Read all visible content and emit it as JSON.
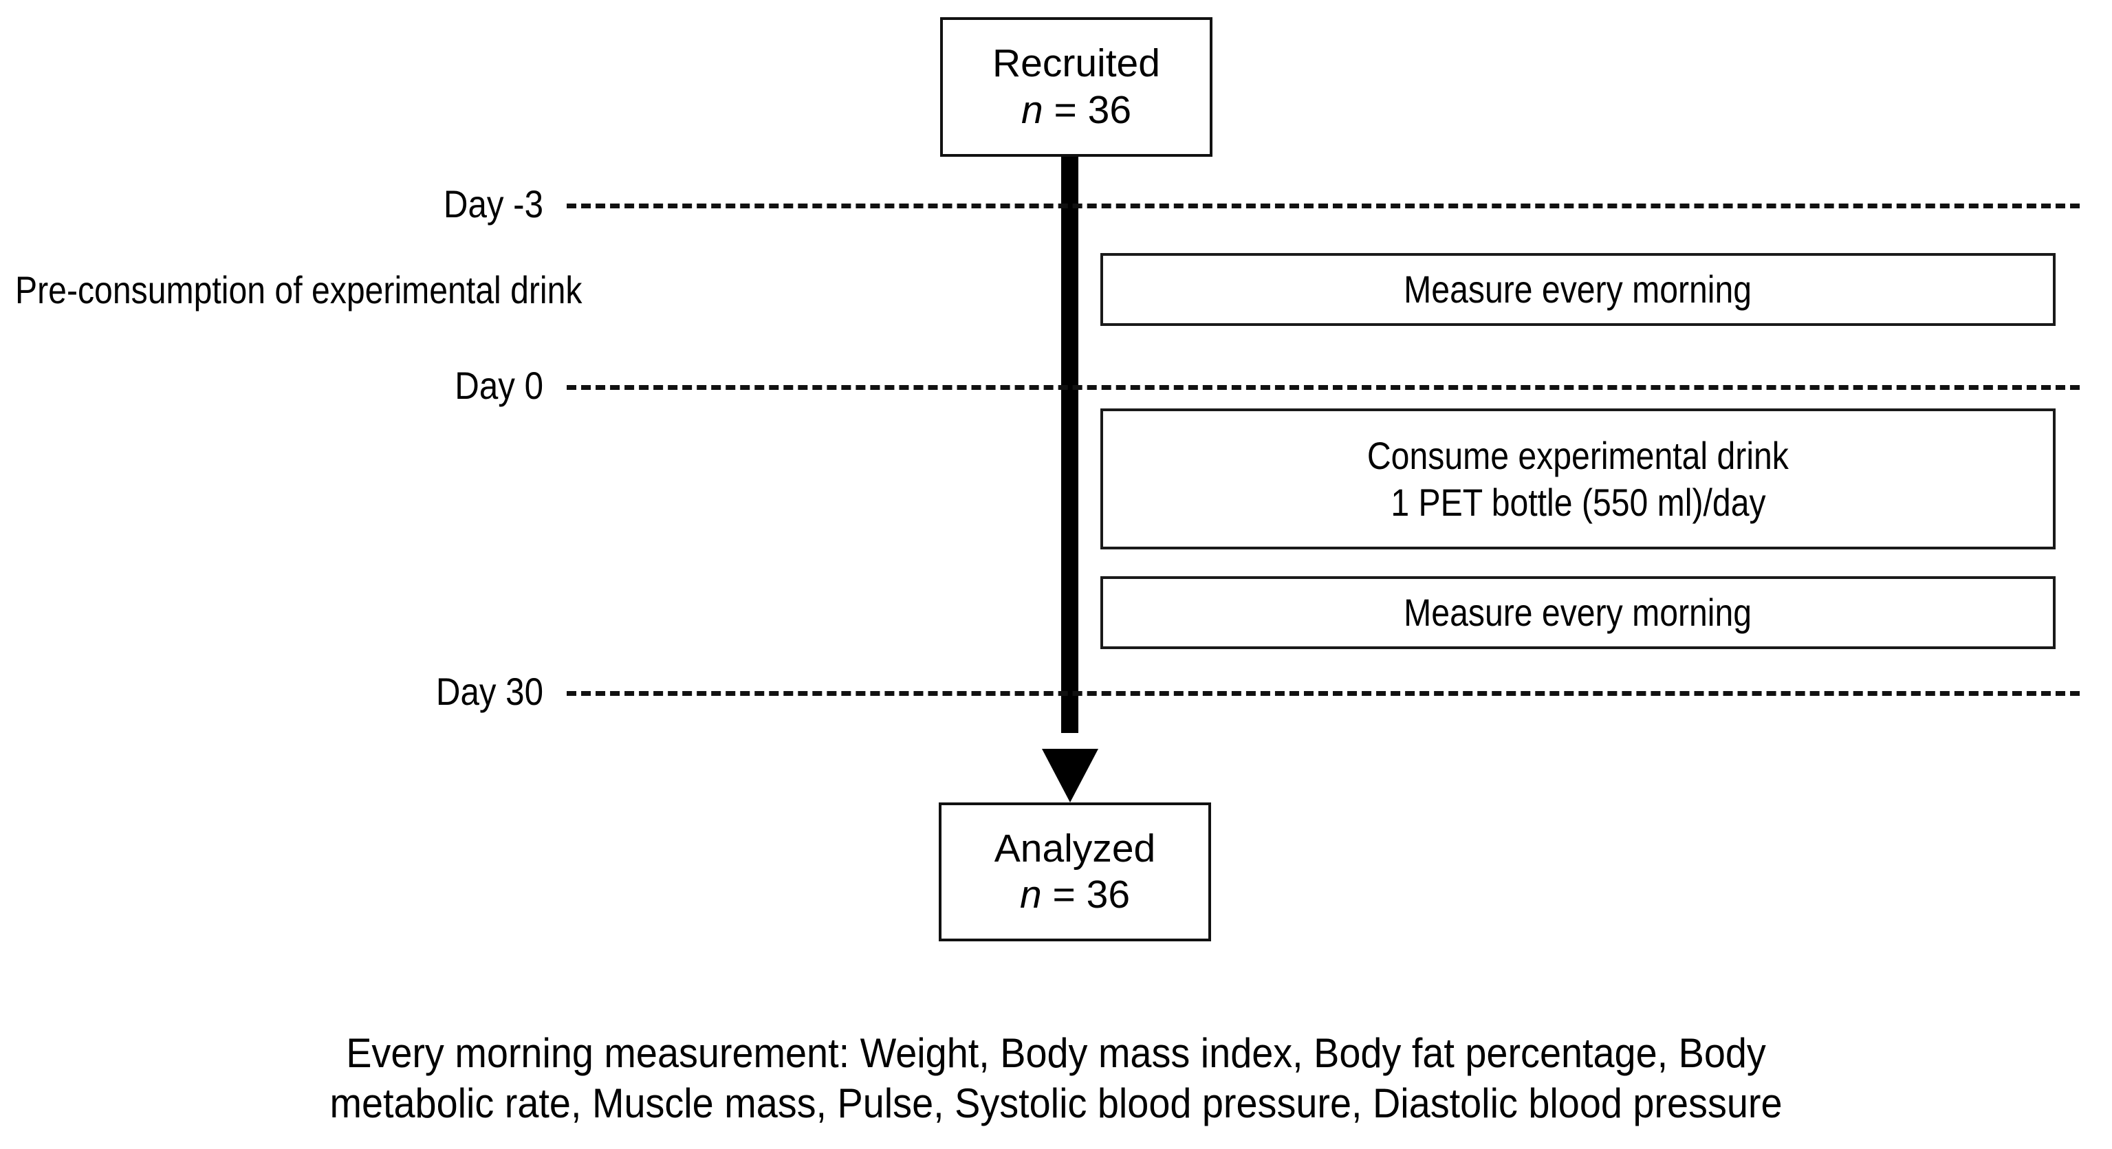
{
  "figure": {
    "type": "study-flow-diagram",
    "background": "#ffffff",
    "ink": "#000000"
  },
  "nodes": {
    "recruited": {
      "title": "Recruited",
      "n_symbol": "n",
      "n_value": "= 36"
    },
    "analyzed": {
      "title": "Analyzed",
      "n_symbol": "n",
      "n_value": "= 36"
    }
  },
  "timeline": {
    "markers": [
      {
        "label": "Day -3"
      },
      {
        "label": "Day 0"
      },
      {
        "label": "Day 30"
      }
    ]
  },
  "phases": [
    {
      "label": "Pre-consumption of experimental  drink"
    }
  ],
  "activities": [
    {
      "id": "measure-pre",
      "lines": [
        "Measure every morning"
      ]
    },
    {
      "id": "consume",
      "lines": [
        "Consume experimental  drink",
        "1 PET bottle (550 ml)/day"
      ]
    },
    {
      "id": "measure-post",
      "lines": [
        "Measure every morning"
      ]
    }
  ],
  "caption": {
    "line1": "Every morning measurement: Weight, Body mass index, Body fat percentage, Body",
    "line2": "metabolic rate, Muscle mass, Pulse, Systolic blood pressure, Diastolic blood pressure"
  }
}
